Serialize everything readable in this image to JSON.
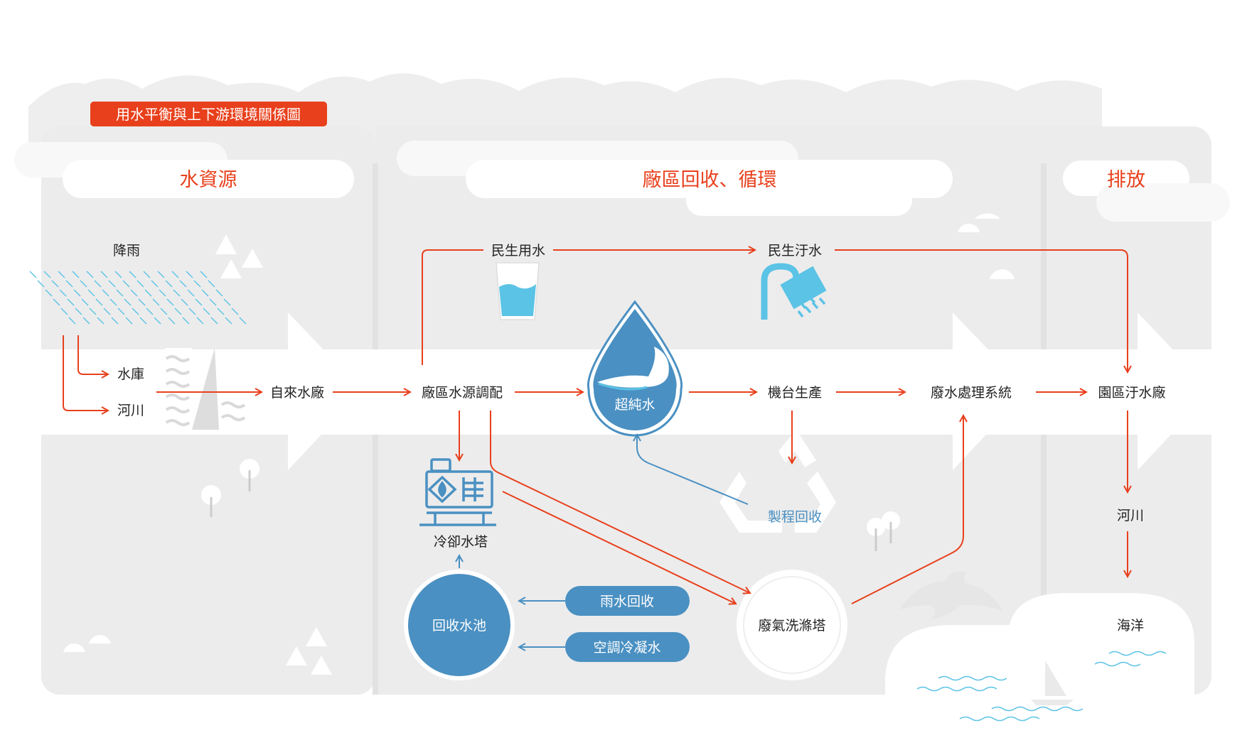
{
  "title": "用水平衡與上下游環境關係圖",
  "sections": {
    "water_source": "水資源",
    "recycle": "廠區回收、循環",
    "discharge": "排放"
  },
  "nodes": {
    "rain": "降雨",
    "reservoir": "水庫",
    "river_in": "河川",
    "waterworks": "自來水廠",
    "allocation": "廠區水源調配",
    "domestic_use": "民生用水",
    "domestic_sewage": "民生汙水",
    "ultrapure": "超純水",
    "production": "機台生產",
    "wastewater_system": "廢水處理系統",
    "park_sewage_plant": "園區汙水廠",
    "process_recycle": "製程回收",
    "cooling_tower": "冷卻水塔",
    "recycle_pool": "回收水池",
    "rain_recycle": "雨水回收",
    "ac_condensate": "空調冷凝水",
    "scrubber": "廢氣洗滌塔",
    "river_out": "河川",
    "ocean": "海洋"
  },
  "colors": {
    "flow_arrow": "#e8401c",
    "recycle_arrow": "#4a90c2",
    "pool_fill": "#4a90c2",
    "icon_blue": "#5bc3e5",
    "panel_bg": "#ececec"
  }
}
